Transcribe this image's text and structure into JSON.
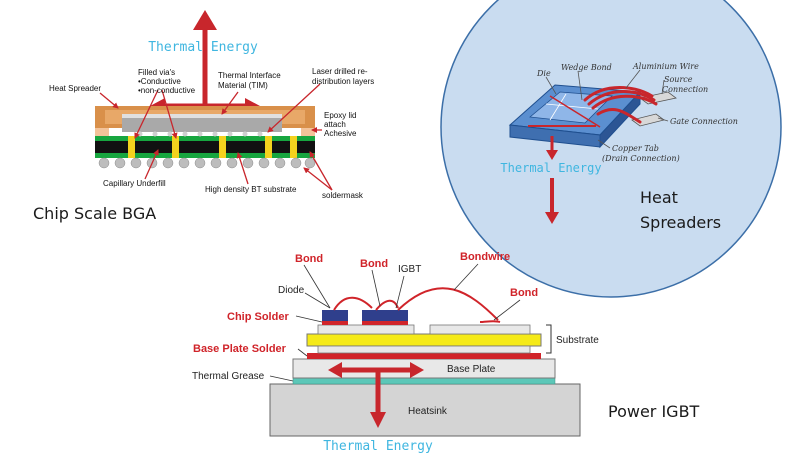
{
  "panels": {
    "bga": {
      "caption": "Chip Scale BGA",
      "thermal": "Thermal Energy",
      "labels": {
        "heat_spreader": "Heat Spreader",
        "vias_title": "Filled via's",
        "vias_a": "•Conductive",
        "vias_b": "•non-conductive",
        "tim_a": "Thermal Interface",
        "tim_b": "Material (TIM)",
        "laser_a": "Laser drilled re-",
        "laser_b": "distribution layers",
        "epoxy_a": "Epoxy lid",
        "epoxy_b": "attach",
        "epoxy_c": "Achesive",
        "underfill": "Capillary Underfill",
        "substrate": "High density BT substrate",
        "soldermask": "soldermask"
      }
    },
    "heat": {
      "caption_a": "Heat",
      "caption_b": "Spreaders",
      "thermal": "Thermal Energy",
      "labels": {
        "die": "Die",
        "wedge_bond": "Wedge Bond",
        "al_wire": "Aluminium Wire",
        "source_a": "Source",
        "source_b": "Connection",
        "gate": "Gate Connection",
        "tab_a": "Copper Tab",
        "tab_b": "(Drain Connection)"
      }
    },
    "igbt": {
      "caption": "Power IGBT",
      "thermal": "Thermal Energy",
      "labels": {
        "bond1": "Bond",
        "bond2": "Bond",
        "igbt": "IGBT",
        "bondwire": "Bondwire",
        "bond3": "Bond",
        "diode": "Diode",
        "chip_solder": "Chip Solder",
        "substrate": "Substrate",
        "base_plate_solder": "Base Plate Solder",
        "base_plate": "Base Plate",
        "thermal_grease": "Thermal Grease",
        "heatsink": "Heatsink"
      }
    }
  },
  "colors": {
    "thermal_text": "#3fb6e0",
    "arrow_red": "#c8262c",
    "label_red": "#d0242a",
    "bubble_fill": "#c9dcf0",
    "bubble_stroke": "#3c6fa8",
    "spreader_orange": "#d9904a",
    "pcb_green": "#17a63f",
    "via_yellow": "#f4d21e",
    "die_blue": "#2f3f8c",
    "substrate_yellow": "#f5ea18",
    "grease_teal": "#5cc7b8"
  }
}
